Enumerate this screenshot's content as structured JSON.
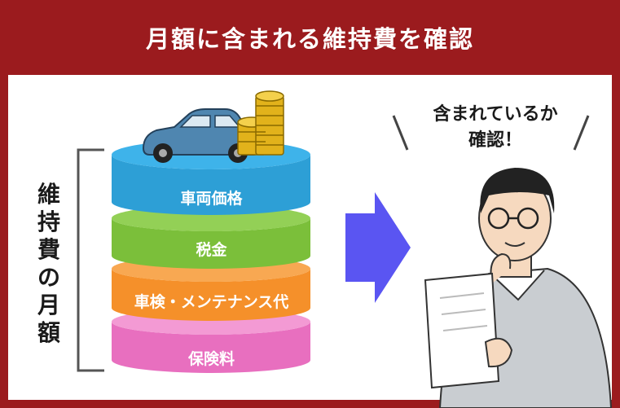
{
  "header": {
    "title": "月額に含まれる維持費を確認"
  },
  "stack": {
    "side_label": [
      "維",
      "持",
      "費",
      "の",
      "月",
      "額"
    ],
    "layers": [
      {
        "label": "車両価格",
        "color": "#2d9fd6"
      },
      {
        "label": "税金",
        "color": "#7bbf3a"
      },
      {
        "label": "車検・メンテナンス代",
        "color": "#f5902a"
      },
      {
        "label": "保険料",
        "color": "#e86fbf"
      }
    ]
  },
  "speech": {
    "line1": "含まれているか",
    "line2": "確認！"
  },
  "colors": {
    "header_bg": "#9b1b1e",
    "arrow": "#5a55f2",
    "car": "#4f86b0",
    "coin": "#e2b21b"
  }
}
